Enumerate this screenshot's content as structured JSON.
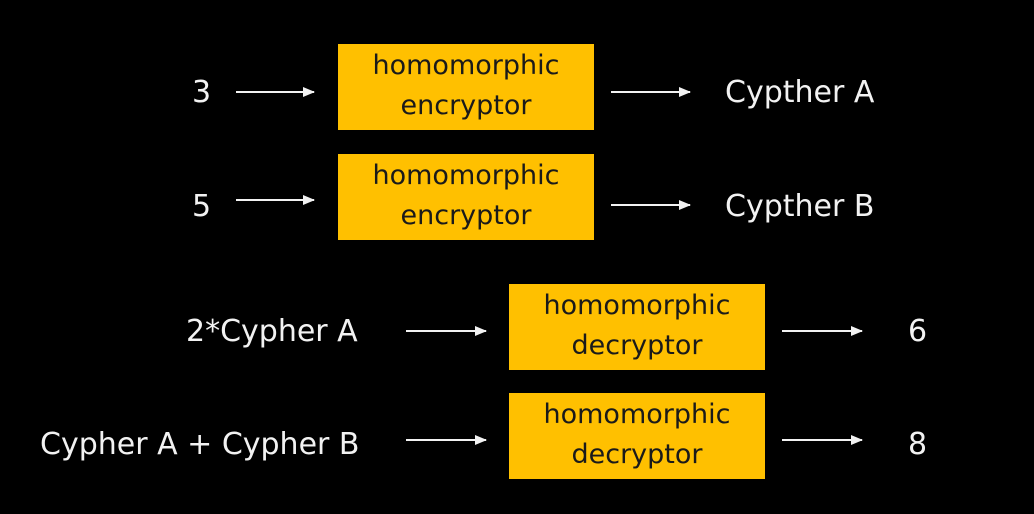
{
  "rows": [
    {
      "input": "3",
      "box_line1": "homomorphic",
      "box_line2": "encryptor",
      "output": "Cypther A"
    },
    {
      "input": "5",
      "box_line1": "homomorphic",
      "box_line2": "encryptor",
      "output": "Cypther B"
    },
    {
      "input": "2*Cypher A",
      "box_line1": "homomorphic",
      "box_line2": "decryptor",
      "output": "6"
    },
    {
      "input": "Cypher A + Cypher B",
      "box_line1": "homomorphic",
      "box_line2": "decryptor",
      "output": "8"
    }
  ],
  "colors": {
    "background": "#000000",
    "box_fill": "#ffc000",
    "box_text": "#1a1a1a",
    "text": "#f2f2f2",
    "arrow": "#f2f2f2"
  }
}
